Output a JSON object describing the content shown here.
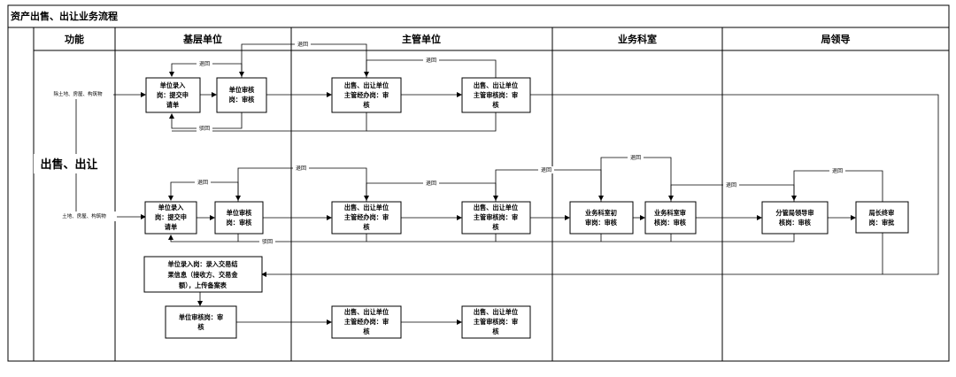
{
  "title": "资产出售、出让业务流程",
  "header": {
    "col_function": "功能",
    "lanes": [
      "基层单位",
      "主管单位",
      "业务科室",
      "局领导"
    ]
  },
  "function_label": "出售、出让",
  "categories": [
    "除土地、房屋、构筑物",
    "土地、房屋、构筑物"
  ],
  "edge_labels": {
    "back": "退回",
    "reject": "驳回"
  },
  "nodes": {
    "a1": [
      "单位录入",
      "岗：提交申",
      "请单"
    ],
    "a2": [
      "单位审核",
      "岗：审核"
    ],
    "a3": [
      "出售、出让单位",
      "主管经办岗：审",
      "核"
    ],
    "a4": [
      "出售、出让单位",
      "主管审核岗：审",
      "核"
    ],
    "b1": [
      "单位录入",
      "岗：提交申",
      "请单"
    ],
    "b2": [
      "单位审核",
      "岗：审核"
    ],
    "b3": [
      "出售、出让单位",
      "主管经办岗：审",
      "核"
    ],
    "b4": [
      "出售、出让单位",
      "主管审核岗：审",
      "核"
    ],
    "b5": [
      "业务科室初",
      "审岗：审核"
    ],
    "b6": [
      "业务科室审",
      "核岗：审核"
    ],
    "b7": [
      "分管局领导审",
      "核岗：审核"
    ],
    "b8": [
      "局长终审",
      "岗：审批"
    ],
    "c1": [
      "单位录入岗：录入交易结",
      "果信息（接收方、交易金",
      "额），上传备案表"
    ],
    "c2": [
      "单位审核岗：审",
      "核"
    ],
    "c3": [
      "出售、出让单位",
      "主管经办岗：审",
      "核"
    ],
    "c4": [
      "出售、出让单位",
      "主管审核岗：审",
      "核"
    ]
  }
}
